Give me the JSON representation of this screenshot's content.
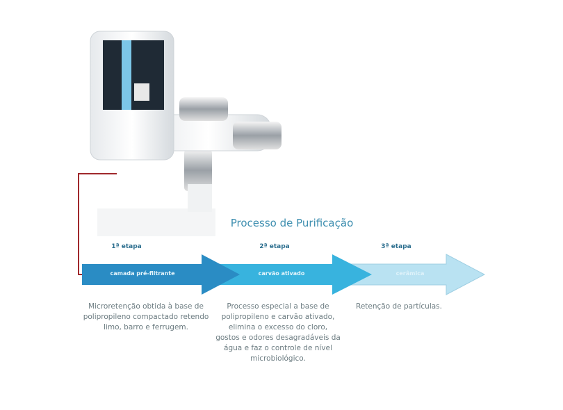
{
  "title": "Processo de Purificação",
  "steps": [
    {
      "label": "1ª etapa",
      "arrow_label": "camada pré-filtrante",
      "description": "Microretenção obtida à base de polipropileno compactado retendo limo, barro e ferrugem.",
      "color": "#2a8cc4"
    },
    {
      "label": "2ª etapa",
      "arrow_label": "carvão ativado",
      "description": "Processo especial a base de polipropileno e carvão ativado, elimina o excesso do cloro, gostos e odores desagradáveis da água e faz o controle de nível microbiológico.",
      "color": "#38b3de"
    },
    {
      "label": "3ª etapa",
      "arrow_label": "cerâmica",
      "description": "Retenção de partículas.",
      "color": "#b9e2f2"
    }
  ],
  "connector_color": "#a0282c"
}
